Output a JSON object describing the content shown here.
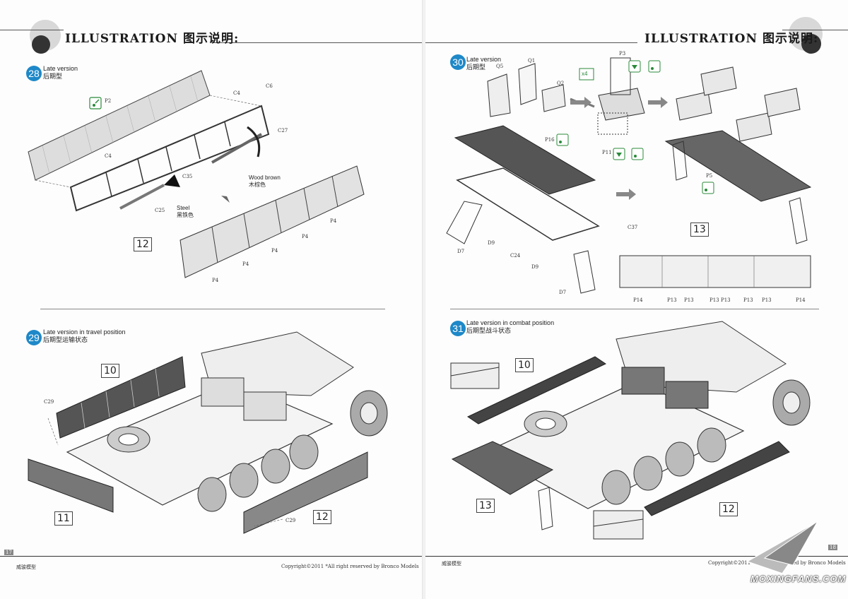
{
  "header": {
    "title": "ILLUSTRATION 图示说明:"
  },
  "steps": {
    "s28": {
      "num": "28",
      "en": "Late version",
      "zh": "后期型",
      "box": "12",
      "labels": {
        "c4a": "C4",
        "c6": "C6",
        "c27": "C27",
        "c4b": "C4",
        "c35": "C35",
        "c25": "C25",
        "p2": "P2",
        "p4a": "P4",
        "p4b": "P4",
        "p4c": "P4",
        "p4d": "P4",
        "p4e": "P4"
      },
      "wood_en": "Wood brown",
      "wood_zh": "木棕色",
      "steel_en": "Steel",
      "steel_zh": "黑铁色"
    },
    "s29": {
      "num": "29",
      "en": "Late version in travel position",
      "zh": "后期型运输状态",
      "box10": "10",
      "box11": "11",
      "box12": "12",
      "c29a": "C29",
      "c29b": "C29"
    },
    "s30": {
      "num": "30",
      "en": "Late version",
      "zh": "后期型",
      "box": "13",
      "x4": "x4",
      "labels": {
        "q5": "Q5",
        "q1": "Q1",
        "q2": "Q2",
        "p3": "P3",
        "p16": "P16",
        "p11": "P11",
        "p5": "P5",
        "c37": "C37",
        "d7a": "D7",
        "d9a": "D9",
        "c24": "C24",
        "d9b": "D9",
        "d7b": "D7",
        "p14a": "P14",
        "p13a": "P13",
        "p13b": "P13",
        "p13c": "P13",
        "p13d": "P13",
        "p13e": "P13",
        "p13f": "P13",
        "p14b": "P14"
      }
    },
    "s31": {
      "num": "31",
      "en": "Late version in combat position",
      "zh": "后期型战斗状态",
      "box10": "10",
      "box12": "12",
      "box13": "13"
    }
  },
  "footer": {
    "left_page_num": "17",
    "right_page_num": "18",
    "brand": "威骏模型",
    "copyright": "Copyright©2011   *All right reserved by Bronco Models"
  },
  "watermark": "MOXINGFANS.COM",
  "colors": {
    "badge": "#1e88c8",
    "paint_icon": "#2a8a3a"
  }
}
